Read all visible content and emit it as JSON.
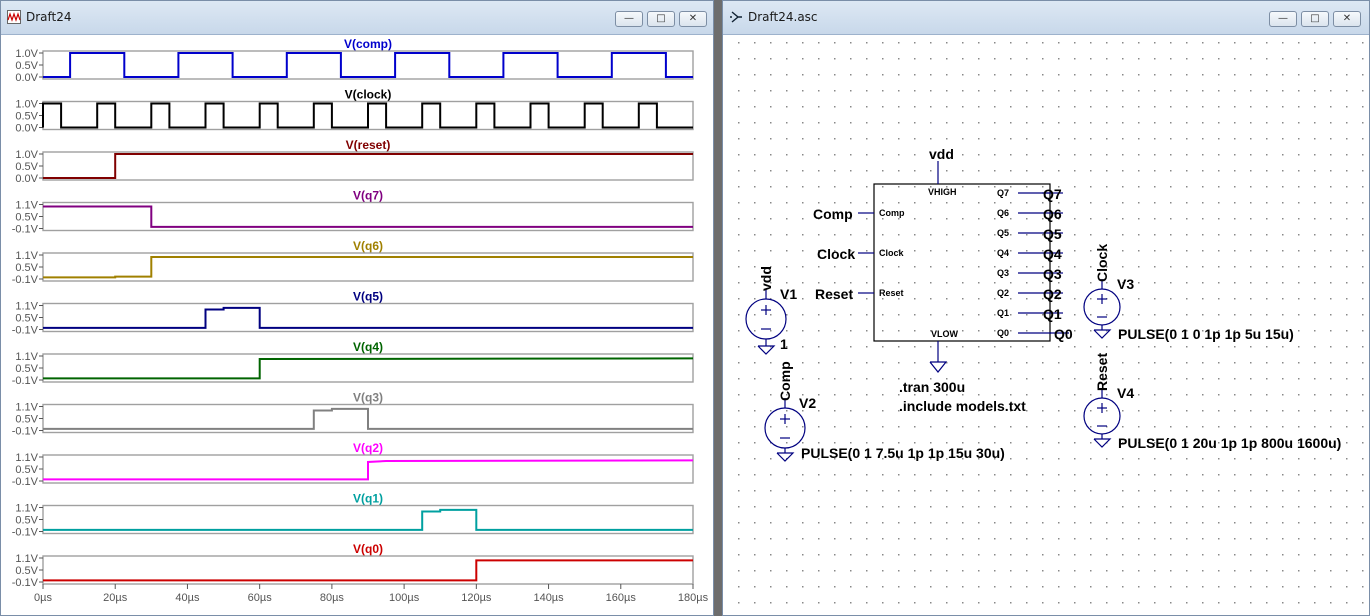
{
  "waveform_window": {
    "title": "Draft24",
    "traces": [
      {
        "name": "V(comp)",
        "color": "#0000cc",
        "ticks": [
          "1.0V",
          "0.5V",
          "0.0V"
        ],
        "ylim": [
          0,
          1
        ],
        "points": [
          [
            0,
            0
          ],
          [
            7.5,
            0
          ],
          [
            7.5,
            1
          ],
          [
            22.5,
            1
          ],
          [
            22.5,
            0
          ],
          [
            37.5,
            0
          ],
          [
            37.5,
            1
          ],
          [
            52.5,
            1
          ],
          [
            52.5,
            0
          ],
          [
            67.5,
            0
          ],
          [
            67.5,
            1
          ],
          [
            82.5,
            1
          ],
          [
            82.5,
            0
          ],
          [
            97.5,
            0
          ],
          [
            97.5,
            1
          ],
          [
            112.5,
            1
          ],
          [
            112.5,
            0
          ],
          [
            127.5,
            0
          ],
          [
            127.5,
            1
          ],
          [
            142.5,
            1
          ],
          [
            142.5,
            0
          ],
          [
            157.5,
            0
          ],
          [
            157.5,
            1
          ],
          [
            172.5,
            1
          ],
          [
            172.5,
            0
          ],
          [
            180,
            0
          ]
        ]
      },
      {
        "name": "V(clock)",
        "color": "#000000",
        "ticks": [
          "1.0V",
          "0.5V",
          "0.0V"
        ],
        "ylim": [
          0,
          1
        ],
        "points": [
          [
            0,
            0
          ],
          [
            0,
            1
          ],
          [
            5,
            1
          ],
          [
            5,
            0
          ],
          [
            15,
            0
          ],
          [
            15,
            1
          ],
          [
            20,
            1
          ],
          [
            20,
            0
          ],
          [
            30,
            0
          ],
          [
            30,
            1
          ],
          [
            35,
            1
          ],
          [
            35,
            0
          ],
          [
            45,
            0
          ],
          [
            45,
            1
          ],
          [
            50,
            1
          ],
          [
            50,
            0
          ],
          [
            60,
            0
          ],
          [
            60,
            1
          ],
          [
            65,
            1
          ],
          [
            65,
            0
          ],
          [
            75,
            0
          ],
          [
            75,
            1
          ],
          [
            80,
            1
          ],
          [
            80,
            0
          ],
          [
            90,
            0
          ],
          [
            90,
            1
          ],
          [
            95,
            1
          ],
          [
            95,
            0
          ],
          [
            105,
            0
          ],
          [
            105,
            1
          ],
          [
            110,
            1
          ],
          [
            110,
            0
          ],
          [
            120,
            0
          ],
          [
            120,
            1
          ],
          [
            125,
            1
          ],
          [
            125,
            0
          ],
          [
            135,
            0
          ],
          [
            135,
            1
          ],
          [
            140,
            1
          ],
          [
            140,
            0
          ],
          [
            150,
            0
          ],
          [
            150,
            1
          ],
          [
            155,
            1
          ],
          [
            155,
            0
          ],
          [
            165,
            0
          ],
          [
            165,
            1
          ],
          [
            170,
            1
          ],
          [
            170,
            0
          ],
          [
            180,
            0
          ]
        ]
      },
      {
        "name": "V(reset)",
        "color": "#800000",
        "ticks": [
          "1.0V",
          "0.5V",
          "0.0V"
        ],
        "ylim": [
          0,
          1
        ],
        "points": [
          [
            0,
            0
          ],
          [
            20,
            0
          ],
          [
            20,
            1
          ],
          [
            180,
            1
          ]
        ]
      },
      {
        "name": "V(q7)",
        "color": "#800080",
        "ticks": [
          "1.1V",
          "0.5V",
          "-0.1V"
        ],
        "ylim": [
          -0.1,
          1.1
        ],
        "points": [
          [
            0,
            1.0
          ],
          [
            30,
            1.0
          ],
          [
            30,
            -0.02
          ],
          [
            180,
            -0.02
          ]
        ]
      },
      {
        "name": "V(q6)",
        "color": "#a08000",
        "ticks": [
          "1.1V",
          "0.5V",
          "-0.1V"
        ],
        "ylim": [
          -0.1,
          1.1
        ],
        "points": [
          [
            0,
            -0.02
          ],
          [
            20,
            -0.02
          ],
          [
            20,
            0.02
          ],
          [
            30,
            0.02
          ],
          [
            30,
            1.0
          ],
          [
            180,
            1.0
          ]
        ]
      },
      {
        "name": "V(q5)",
        "color": "#000080",
        "ticks": [
          "1.1V",
          "0.5V",
          "-0.1V"
        ],
        "ylim": [
          -0.1,
          1.1
        ],
        "points": [
          [
            0,
            -0.02
          ],
          [
            45,
            -0.02
          ],
          [
            45,
            0.9
          ],
          [
            50,
            0.9
          ],
          [
            50,
            0.98
          ],
          [
            60,
            0.98
          ],
          [
            60,
            -0.02
          ],
          [
            180,
            -0.02
          ]
        ]
      },
      {
        "name": "V(q4)",
        "color": "#006400",
        "ticks": [
          "1.1V",
          "0.5V",
          "-0.1V"
        ],
        "ylim": [
          -0.1,
          1.1
        ],
        "points": [
          [
            0,
            -0.02
          ],
          [
            60,
            -0.02
          ],
          [
            60,
            0.95
          ],
          [
            180,
            0.98
          ]
        ]
      },
      {
        "name": "V(q3)",
        "color": "#808080",
        "ticks": [
          "1.1V",
          "0.5V",
          "-0.1V"
        ],
        "ylim": [
          -0.1,
          1.1
        ],
        "points": [
          [
            0,
            -0.02
          ],
          [
            75,
            -0.02
          ],
          [
            75,
            0.9
          ],
          [
            80,
            0.9
          ],
          [
            80,
            0.98
          ],
          [
            90,
            0.98
          ],
          [
            90,
            -0.02
          ],
          [
            180,
            -0.02
          ]
        ]
      },
      {
        "name": "V(q2)",
        "color": "#ff00ff",
        "ticks": [
          "1.1V",
          "0.5V",
          "-0.1V"
        ],
        "ylim": [
          -0.1,
          1.1
        ],
        "points": [
          [
            0,
            -0.02
          ],
          [
            90,
            -0.02
          ],
          [
            90,
            0.85
          ],
          [
            95,
            0.9
          ],
          [
            180,
            0.93
          ]
        ]
      },
      {
        "name": "V(q1)",
        "color": "#00a0a0",
        "ticks": [
          "1.1V",
          "0.5V",
          "-0.1V"
        ],
        "ylim": [
          -0.1,
          1.1
        ],
        "points": [
          [
            0,
            -0.02
          ],
          [
            105,
            -0.02
          ],
          [
            105,
            0.9
          ],
          [
            110,
            0.9
          ],
          [
            110,
            0.98
          ],
          [
            120,
            0.98
          ],
          [
            120,
            -0.02
          ],
          [
            180,
            -0.02
          ]
        ]
      },
      {
        "name": "V(q0)",
        "color": "#cc0000",
        "ticks": [
          "1.1V",
          "0.5V",
          "-0.1V"
        ],
        "ylim": [
          -0.1,
          1.1
        ],
        "points": [
          [
            0,
            -0.02
          ],
          [
            120,
            -0.02
          ],
          [
            120,
            0.98
          ],
          [
            180,
            0.98
          ]
        ]
      }
    ],
    "x_ticks": [
      "0µs",
      "20µs",
      "40µs",
      "60µs",
      "80µs",
      "100µs",
      "120µs",
      "140µs",
      "160µs",
      "180µs"
    ],
    "x_tick_values": [
      0,
      20,
      40,
      60,
      80,
      100,
      120,
      140,
      160,
      180
    ],
    "xlim": [
      0,
      180
    ]
  },
  "schematic_window": {
    "title": "Draft24.asc",
    "block": {
      "top_pin": "VHIGH",
      "bottom_pin": "VLOW",
      "left_pins": [
        "Comp",
        "Clock",
        "Reset"
      ],
      "right_pins": [
        "Q7",
        "Q6",
        "Q5",
        "Q4",
        "Q3",
        "Q2",
        "Q1",
        "Q0"
      ]
    },
    "net_labels": {
      "vdd_top": "vdd",
      "inputs": [
        "Comp",
        "Clock",
        "Reset"
      ],
      "outputs": [
        "Q7",
        "Q6",
        "Q5",
        "Q4",
        "Q3",
        "Q2",
        "Q1",
        "Q0"
      ]
    },
    "directives": [
      ".tran 300u",
      ".include models.txt"
    ],
    "sources": [
      {
        "name": "V1",
        "net": "vdd",
        "value": "1"
      },
      {
        "name": "V2",
        "net": "Comp",
        "value": "PULSE(0 1 7.5u 1p 1p 15u 30u)"
      },
      {
        "name": "V3",
        "net": "Clock",
        "value": "PULSE(0 1 0 1p 1p 5u 15u)"
      },
      {
        "name": "V4",
        "net": "Reset",
        "value": "PULSE(0 1 20u 1p 1p 800u 1600u)"
      }
    ]
  },
  "icons": {
    "waveform": "waveform-icon",
    "schematic": "schematic-icon",
    "minimize": "minimize-icon",
    "maximize": "maximize-icon",
    "close": "close-icon"
  }
}
